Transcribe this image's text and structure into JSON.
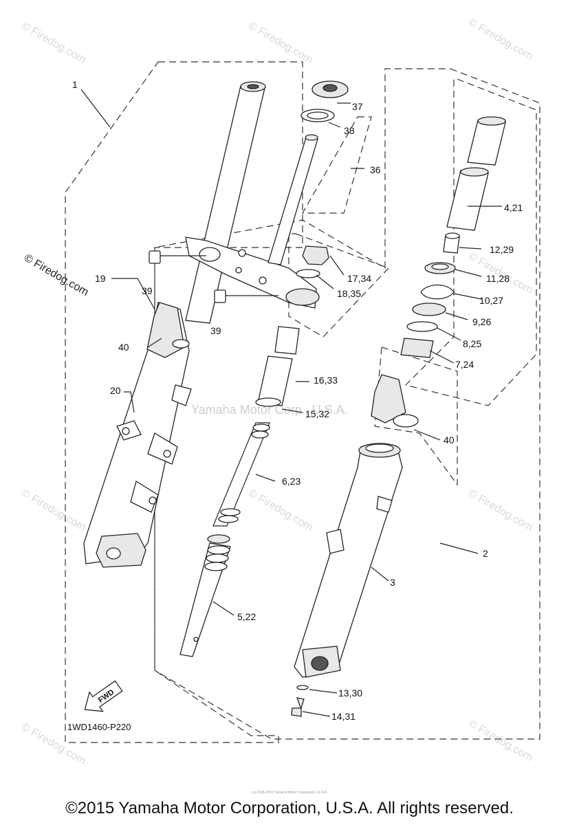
{
  "watermarks": {
    "firedog": "© Firedog.com",
    "yamaha": "Yamaha Motor Corp., U.S.A."
  },
  "callouts": {
    "c1": "1",
    "c2": "2",
    "c3": "3",
    "c4_21": "4,21",
    "c5_22": "5,22",
    "c6_23": "6,23",
    "c7_24": "7,24",
    "c8_25": "8,25",
    "c9_26": "9,26",
    "c10_27": "10,27",
    "c11_28": "11,28",
    "c12_29": "12,29",
    "c13_30": "13,30",
    "c14_31": "14,31",
    "c15_32": "15,32",
    "c16_33": "16,33",
    "c17_34": "17,34",
    "c18_35": "18,35",
    "c19": "19",
    "c20": "20",
    "c36": "36",
    "c37": "37",
    "c38": "38",
    "c39a": "39",
    "c39b": "39",
    "c40a": "40",
    "c40b": "40"
  },
  "fwd_label": "FWD",
  "diagram_code": "1WD1460-P220",
  "copyright": "©2015 Yamaha Motor Corporation, U.S.A. All rights reserved.",
  "fine_print": "(c) 2005-2015 Yamaha Motor Corporation, U.S.A."
}
